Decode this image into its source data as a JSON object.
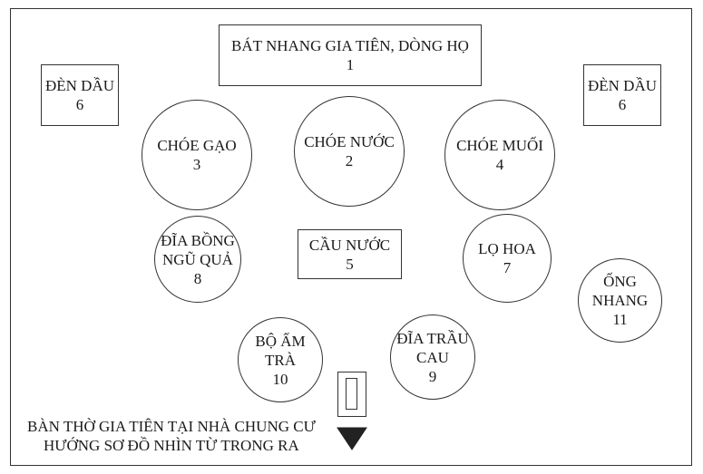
{
  "nodes": {
    "incense_bowl": {
      "label": "BÁT NHANG GIA TIÊN, DÒNG HỌ",
      "number": "1"
    },
    "water_jar": {
      "label": "CHÓE NƯỚC",
      "number": "2"
    },
    "rice_jar": {
      "label": "CHÓE GẠO",
      "number": "3"
    },
    "salt_jar": {
      "label": "CHÓE MUỐI",
      "number": "4"
    },
    "water_cup": {
      "label": "CẦU NƯỚC",
      "number": "5"
    },
    "oil_lamp_left": {
      "label": "ĐÈN DẦU",
      "number": "6"
    },
    "oil_lamp_right": {
      "label": "ĐÈN DẦU",
      "number": "6"
    },
    "flower_vase": {
      "label": "LỌ HOA",
      "number": "7"
    },
    "fruit_plate": {
      "label": "ĐĨA BỒNG\nNGŨ QUẢ",
      "number": "8"
    },
    "betel_plate": {
      "label": "ĐĨA TRẦU\nCAU",
      "number": "9"
    },
    "tea_set": {
      "label": "BỘ ẤM\nTRÀ",
      "number": "10"
    },
    "incense_tube": {
      "label": "ỐNG\nNHANG",
      "number": "11"
    }
  },
  "caption": {
    "line1": "BÀN THỜ GIA TIÊN TẠI NHÀ CHUNG CƯ",
    "line2": "HƯỚNG SƠ ĐỒ NHÌN TỪ TRONG RA"
  }
}
